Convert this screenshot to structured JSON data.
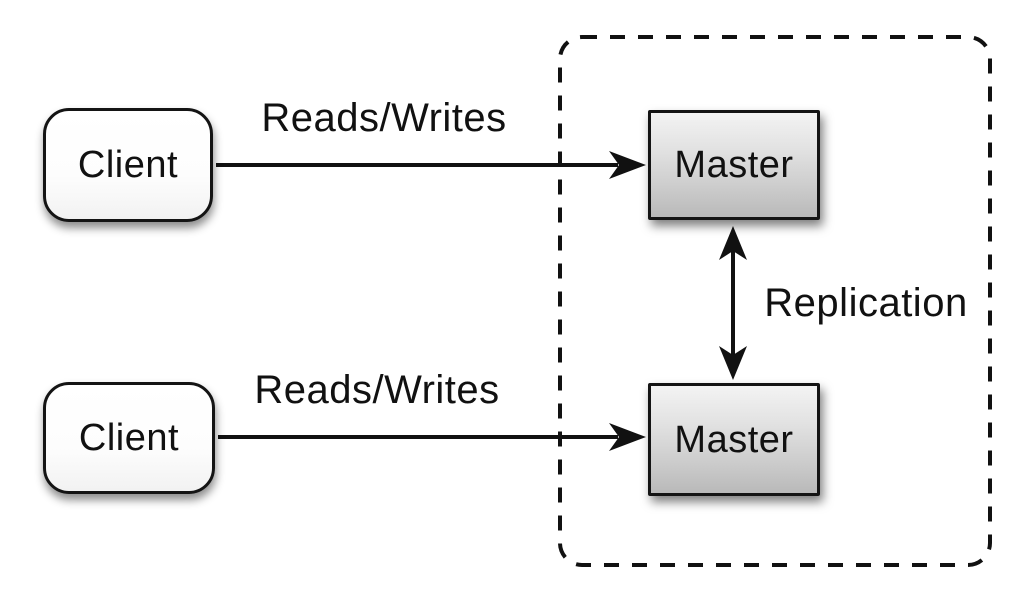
{
  "nodes": {
    "client_top": {
      "label": "Client"
    },
    "client_bottom": {
      "label": "Client"
    },
    "master_top": {
      "label": "Master"
    },
    "master_bottom": {
      "label": "Master"
    }
  },
  "edges": {
    "reads_writes_top": {
      "label": "Reads/Writes"
    },
    "reads_writes_bottom": {
      "label": "Reads/Writes"
    },
    "replication": {
      "label": "Replication"
    }
  },
  "colors": {
    "background": "#ffffff",
    "stroke": "#111111",
    "node_border": "#141414",
    "client_fill": "#ffffff",
    "master_gradient_top": "#f3f3f3",
    "master_gradient_bottom": "#b9b9b9",
    "text": "#111111"
  }
}
